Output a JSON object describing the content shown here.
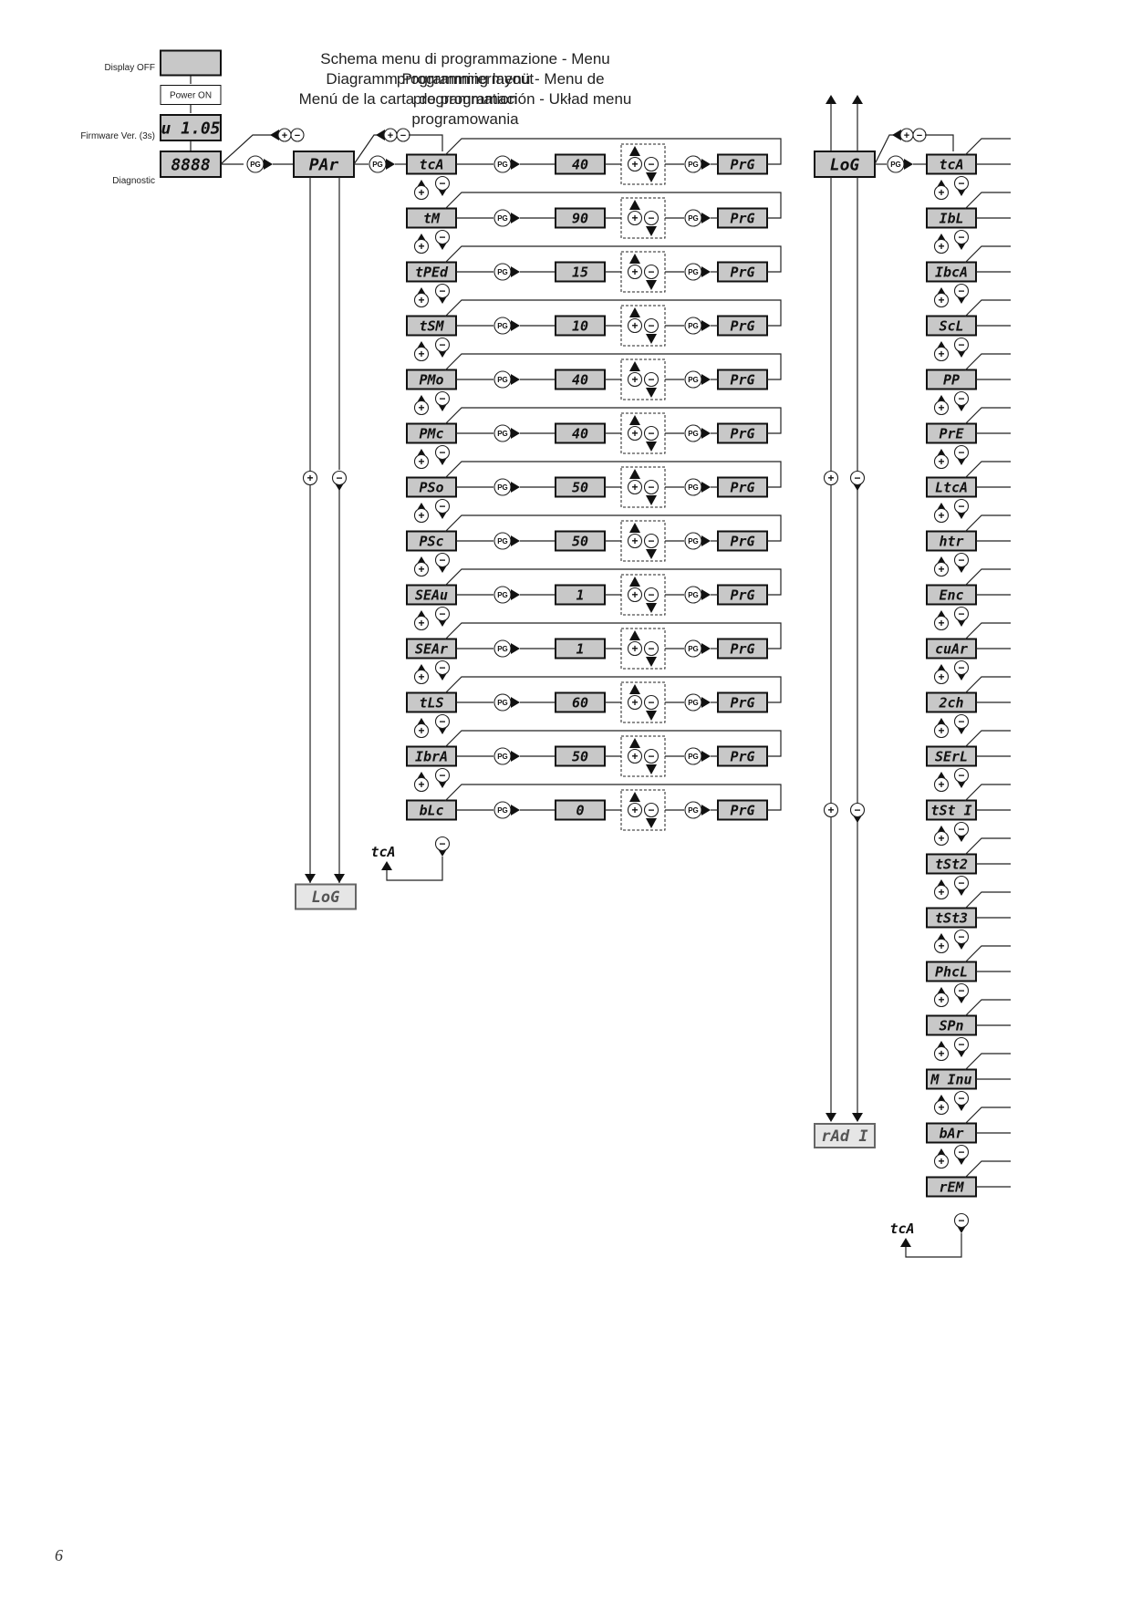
{
  "title": {
    "line1": "Schema menu di programmazione - Menu programming layout",
    "line2": "Diagramm Programmiermenü - Menu de programmation",
    "line3": "Menú de la carta de programación - Układ menu programowania"
  },
  "startup": {
    "display_off_label": "Display OFF",
    "power_on_label": "Power ON",
    "firmware_label": "Firmware Ver. (3s)",
    "firmware_value": "u 1.05",
    "diagnostic_label": "Diagnostic",
    "diagnostic_value": "8888"
  },
  "symbols": {
    "pg": "PG",
    "plus": "+",
    "minus": "−"
  },
  "par_menu": {
    "label": "PAr",
    "bottom_label": "LoG",
    "return_label": "tcA",
    "confirm_label": "PrG",
    "items": [
      {
        "code": "tcA",
        "value": "40"
      },
      {
        "code": "tM",
        "value": "90"
      },
      {
        "code": "tPEd",
        "value": "15"
      },
      {
        "code": "tSM",
        "value": "10"
      },
      {
        "code": "PMo",
        "value": "40"
      },
      {
        "code": "PMc",
        "value": "40"
      },
      {
        "code": "PSo",
        "value": "50"
      },
      {
        "code": "PSc",
        "value": "50"
      },
      {
        "code": "SEAu",
        "value": "1"
      },
      {
        "code": "SEAr",
        "value": "1"
      },
      {
        "code": "tLS",
        "value": "60"
      },
      {
        "code": "IbrA",
        "value": "50"
      },
      {
        "code": "bLc",
        "value": "0"
      }
    ]
  },
  "log_menu": {
    "label": "LoG",
    "bottom_label": "rAd I",
    "return_label": "tcA",
    "items": [
      "tcA",
      "IbL",
      "IbcA",
      "ScL",
      "PP",
      "PrE",
      "LtcA",
      "htr",
      "Enc",
      "cuAr",
      "2ch",
      "SErL",
      "tSt I",
      "tSt2",
      "tSt3",
      "PhcL",
      "SPn",
      "M Inu",
      "bAr",
      "rEM"
    ]
  },
  "page_number": "6"
}
